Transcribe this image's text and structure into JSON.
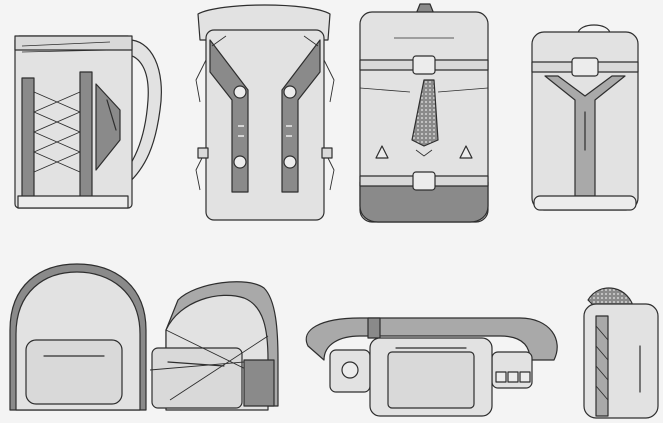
{
  "colors": {
    "background": "#f4f4f4",
    "body": "#e2e2e2",
    "panel": "#d9d9d9",
    "strap": "#8a8a8a",
    "accent": "#a9a9a9",
    "outline": "#2e2e2e",
    "light": "#ececec"
  },
  "items": [
    {
      "name": "rolltop-side-backpack",
      "shape": "backpack"
    },
    {
      "name": "rolltop-front-backpack",
      "shape": "backpack"
    },
    {
      "name": "rolltop-buckle-backpack",
      "shape": "backpack"
    },
    {
      "name": "travel-pack",
      "shape": "backpack"
    },
    {
      "name": "dome-backpack",
      "shape": "backpack"
    },
    {
      "name": "dome-backpack-angled",
      "shape": "backpack"
    },
    {
      "name": "hip-pack",
      "shape": "waist-bag"
    },
    {
      "name": "sling-bag",
      "shape": "sling"
    }
  ]
}
